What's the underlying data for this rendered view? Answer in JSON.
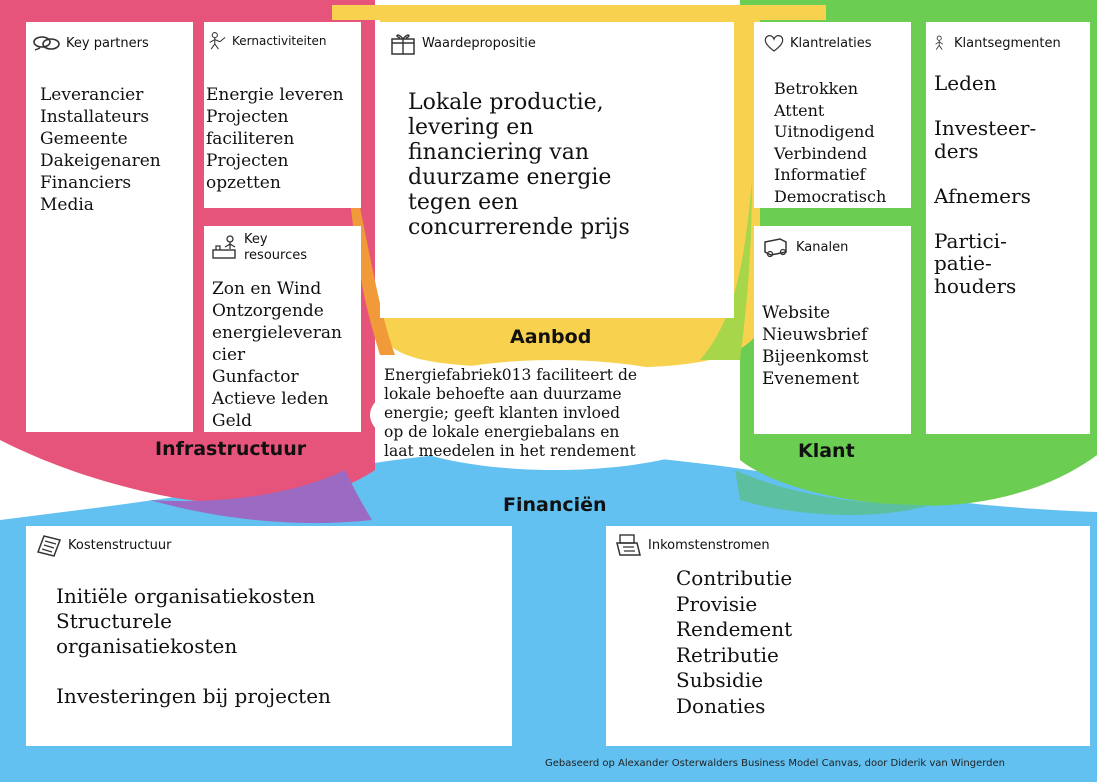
{
  "colors": {
    "infrastructure": "#e6537b",
    "offer": "#f8d24e",
    "customer": "#6ccd53",
    "finance": "#63c1f2",
    "overlap_orange": "#f09a3a",
    "overlap_purple": "#9b6bc3",
    "overlap_teal": "#5bbfa0"
  },
  "blocks": {
    "key_partners": {
      "title": "Key partners",
      "icon": "chain-icon",
      "text": "Leverancier\nInstallateurs\nGemeente\nDakeigenaren\nFinanciers\nMedia"
    },
    "key_activities": {
      "title": "Kernactiviteiten",
      "icon": "worker-icon",
      "text": "Energie leveren\nProjecten\nfaciliteren\nProjecten\nopzetten"
    },
    "key_resources": {
      "title": "Key\nresources",
      "icon": "factory-icon",
      "text": "Zon en Wind\nOntzorgende\nenergieleveran\ncier\nGunfactor\nActieve leden\nGeld"
    },
    "value_proposition": {
      "title": "Waardepropositie",
      "icon": "gift-icon",
      "text": "Lokale productie,\nlevering en\nfinanciering van\nduurzame energie\ntegen een\nconcurrerende prijs"
    },
    "customer_relationships": {
      "title": "Klantrelaties",
      "icon": "heart-icon",
      "text": "Betrokken\nAttent\nUitnodigend\nVerbindend\nInformatief\nDemocratisch"
    },
    "channels": {
      "title": "Kanalen",
      "icon": "truck-icon",
      "text": "Website\nNieuwsbrief\nBijeenkomst\nEvenement"
    },
    "customer_segments": {
      "title": "Klantsegmenten",
      "icon": "person-icon",
      "text": "Leden\n\nInvesteer-\nders\n\nAfnemers\n\nPartici-\npatie-\nhouders"
    },
    "cost_structure": {
      "title": "Kostenstructuur",
      "icon": "receipt-icon",
      "text": "Initiële organisatiekosten\nStructurele\norganisatiekosten\n\nInvesteringen bij projecten"
    },
    "revenue_streams": {
      "title": "Inkomstenstromen",
      "icon": "cash-register-icon",
      "text": "Contributie\nProvisie\nRendement\nRetributie\nSubsidie\nDonaties"
    }
  },
  "zones": {
    "infrastructure": "Infrastructuur",
    "offer": "Aanbod",
    "customer": "Klant",
    "finance": "Financiën"
  },
  "summary": "Energiefabriek013 faciliteert de\nlokale behoefte aan duurzame\nenergie; geeft klanten invloed\nop de lokale energiebalans en\nlaat meedelen in het rendement",
  "credit": "Gebaseerd op Alexander Osterwalders Business Model Canvas, door Diderik van Wingerden"
}
